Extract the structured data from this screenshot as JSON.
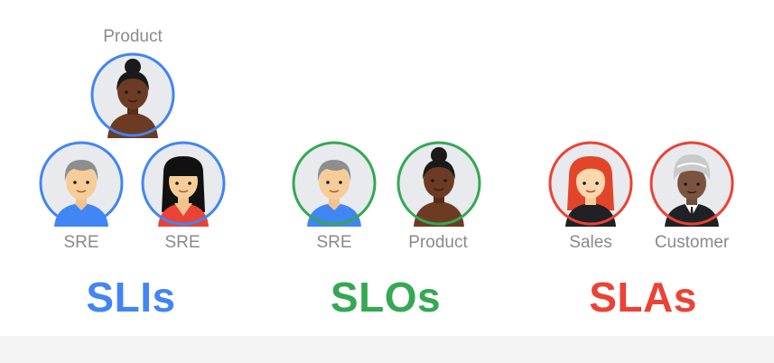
{
  "colors": {
    "sli": "#4285f4",
    "slo": "#34a853",
    "sla": "#ea4335",
    "label": "#8a8a8a",
    "circle_bg": "#e8eaed"
  },
  "groups": [
    {
      "title": "SLIs",
      "people": [
        {
          "label": "Product",
          "avatar": "woman-dark-bun-icon"
        },
        {
          "label": "SRE",
          "avatar": "man-gray-hair-icon"
        },
        {
          "label": "SRE",
          "avatar": "woman-black-bangs-icon"
        }
      ]
    },
    {
      "title": "SLOs",
      "people": [
        {
          "label": "SRE",
          "avatar": "man-gray-hair-icon"
        },
        {
          "label": "Product",
          "avatar": "woman-dark-bun-icon"
        }
      ]
    },
    {
      "title": "SLAs",
      "people": [
        {
          "label": "Sales",
          "avatar": "woman-red-hair-icon"
        },
        {
          "label": "Customer",
          "avatar": "man-turban-icon"
        }
      ]
    }
  ]
}
